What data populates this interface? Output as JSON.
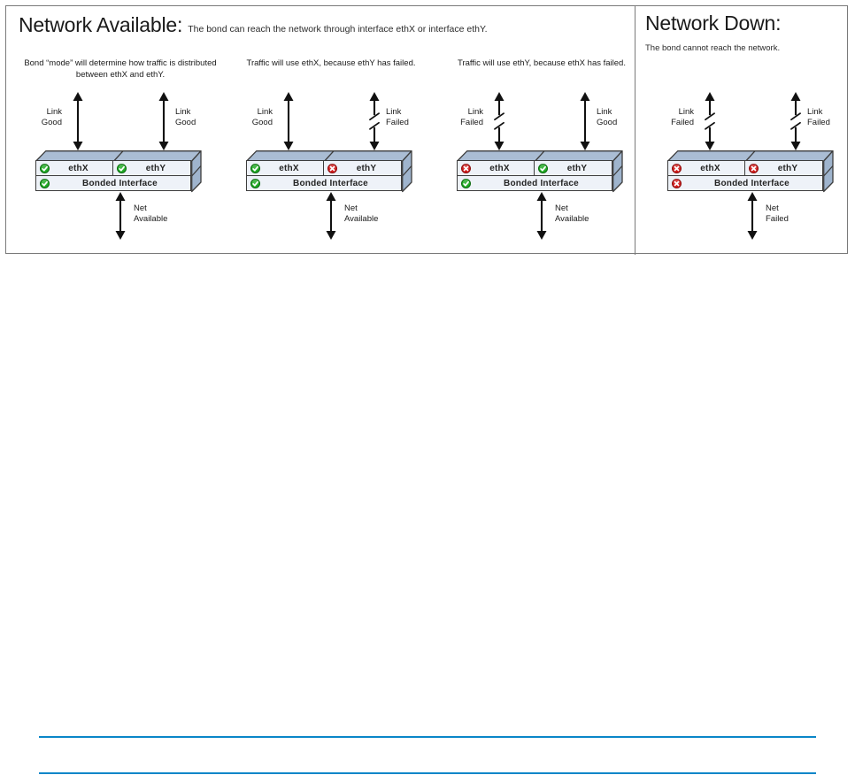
{
  "figure": {
    "left_header": {
      "title": "Network Available:",
      "subtitle": "The bond can reach the network through interface ethX or interface ethY."
    },
    "right_header": {
      "title": "Network Down:",
      "subtitle": "The bond cannot reach the network."
    }
  },
  "colors": {
    "status_good": "#1faa23",
    "status_failed": "#d21b1b",
    "box_top_face": "#aabdd4",
    "box_side_face": "#9fb4cd",
    "box_row_fill": "#eef2f8",
    "box_outline": "#3d3d3d",
    "frame_border": "#7a7a7a",
    "rule_blue": "#0a86c8"
  },
  "panels": [
    {
      "id": "panel-bond-both-good",
      "caption": "Bond “mode” will determine how traffic is distributed between ethX and ethY.",
      "links": [
        {
          "label_line1": "Link",
          "label_line2": "Good",
          "state": "good",
          "label_side": "left"
        },
        {
          "label_line1": "Link",
          "label_line2": "Good",
          "state": "good",
          "label_side": "right"
        }
      ],
      "interfaces": [
        {
          "name": "ethX",
          "status": "good"
        },
        {
          "name": "ethY",
          "status": "good"
        }
      ],
      "bonded": {
        "name": "Bonded Interface",
        "status": "good"
      },
      "net": {
        "label_line1": "Net",
        "label_line2": "Available",
        "state": "good"
      }
    },
    {
      "id": "panel-ethy-failed",
      "caption": "Traffic will use ethX, because ethY has failed.",
      "links": [
        {
          "label_line1": "Link",
          "label_line2": "Good",
          "state": "good",
          "label_side": "left"
        },
        {
          "label_line1": "Link",
          "label_line2": "Failed",
          "state": "failed",
          "label_side": "right"
        }
      ],
      "interfaces": [
        {
          "name": "ethX",
          "status": "good"
        },
        {
          "name": "ethY",
          "status": "failed"
        }
      ],
      "bonded": {
        "name": "Bonded Interface",
        "status": "good"
      },
      "net": {
        "label_line1": "Net",
        "label_line2": "Available",
        "state": "good"
      }
    },
    {
      "id": "panel-ethx-failed",
      "caption": "Traffic will use ethY, because ethX has failed.",
      "links": [
        {
          "label_line1": "Link",
          "label_line2": "Failed",
          "state": "failed",
          "label_side": "left"
        },
        {
          "label_line1": "Link",
          "label_line2": "Good",
          "state": "good",
          "label_side": "right"
        }
      ],
      "interfaces": [
        {
          "name": "ethX",
          "status": "failed"
        },
        {
          "name": "ethY",
          "status": "good"
        }
      ],
      "bonded": {
        "name": "Bonded Interface",
        "status": "good"
      },
      "net": {
        "label_line1": "Net",
        "label_line2": "Available",
        "state": "good"
      }
    },
    {
      "id": "panel-both-failed",
      "caption": "",
      "links": [
        {
          "label_line1": "Link",
          "label_line2": "Failed",
          "state": "failed",
          "label_side": "left"
        },
        {
          "label_line1": "Link",
          "label_line2": "Failed",
          "state": "failed",
          "label_side": "right"
        }
      ],
      "interfaces": [
        {
          "name": "ethX",
          "status": "failed"
        },
        {
          "name": "ethY",
          "status": "failed"
        }
      ],
      "bonded": {
        "name": "Bonded Interface",
        "status": "failed"
      },
      "net": {
        "label_line1": "Net",
        "label_line2": "Failed",
        "state": "failed"
      }
    }
  ],
  "icons": {
    "good": "check-circle-icon",
    "failed": "x-circle-icon",
    "link_arrow": "double-arrow-icon",
    "broken_link": "broken-link-icon"
  }
}
